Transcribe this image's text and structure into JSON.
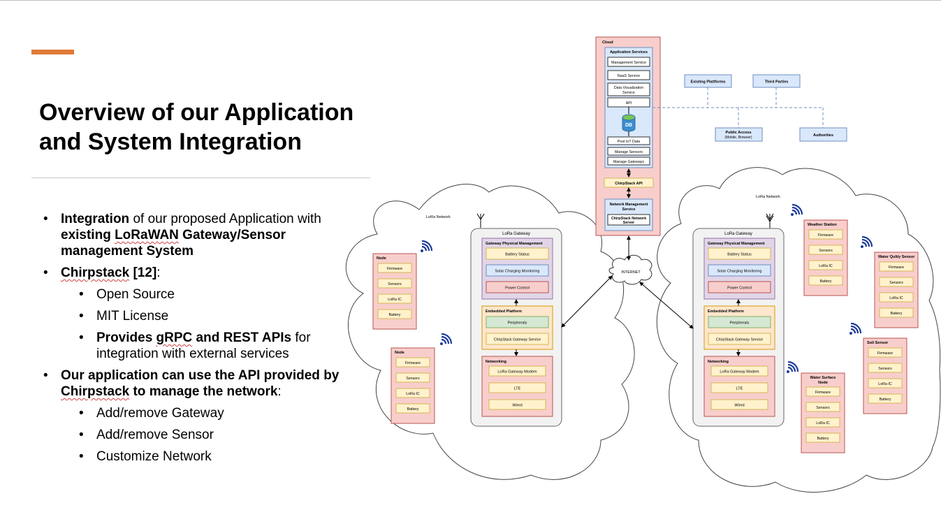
{
  "slide": {
    "title": "Overview of our Application and System Integration",
    "accent_color": "#e07b39",
    "bullets": {
      "b1_bold": "Integration",
      "b1_rest": " of our proposed Application with ",
      "b1_bold2a": "existing ",
      "b1_bold2b": "LoRaWAN",
      "b1_bold2c": " Gateway/Sensor management System",
      "b2_a": "Chirpstack",
      "b2_b": " [12]",
      "b2_c": ":",
      "sub1": [
        "Open Source",
        "MIT License"
      ],
      "sub3_a": "Provides ",
      "sub3_b": "gRPC",
      "sub3_c": " and REST APIs",
      "sub3_d": " for integration with external services",
      "b3_a": "Our application can use the API provided by ",
      "b3_b": "Chirpstack",
      "b3_c": " to manage the network",
      "b3_d": ":",
      "sub2": [
        "Add/remove Gateway",
        "Add/remove Sensor",
        "Customize Network"
      ]
    }
  },
  "diagram": {
    "cloud": {
      "label": "Cloud",
      "app_services": "Application Services",
      "services": [
        "Management Service",
        "NaaS Service",
        "Data Visualization Service",
        "API"
      ],
      "db": "DB",
      "api_items": [
        "Post IoT Data",
        "Manage Sensors",
        "Manage Gateways"
      ],
      "chirpstack_api": "ChirpStack API",
      "nms": "Network Management Service",
      "nms_server": "ChirpStack Network Server"
    },
    "external": {
      "existing": "Existing Plattforms",
      "third": "Third Parties",
      "public": "Public Access",
      "public_sub": "(Mobile, Browser)",
      "authorities": "Authorities"
    },
    "internet": "INTERNET",
    "network_label": "LoRa Network",
    "gateway": {
      "title": "LoRa Gateway",
      "physical": "Gateway Physical Management",
      "battery_status": "Battery Status",
      "solar": "Solar Charging Monitoring",
      "power": "Power Control",
      "embedded": "Embedded Platform",
      "peripherals": "Peripherals",
      "gw_service": "ChirpStack Gateway Service",
      "networking": "Networking",
      "modem": "LoRa Gateway Modem",
      "lte": "LTE",
      "wired": "Wired"
    },
    "node_items": [
      "Firmware",
      "Sensors",
      "LoRa IC",
      "Battery"
    ],
    "left_nodes": [
      "Node",
      "Node"
    ],
    "right_nodes": [
      "Weather Station",
      "Water Qulity Sensor",
      "Soil Sensor",
      "Water Surface Node"
    ],
    "colors": {
      "cloud_fill": "#f8cecc",
      "cloud_stroke": "#b85450",
      "blue_fill": "#dae8fc",
      "blue_stroke": "#6c8ebf",
      "yellow_fill": "#fff2cc",
      "yellow_stroke": "#d6b656",
      "purple_fill": "#e1d5e7",
      "purple_stroke": "#9673a6",
      "orange_fill": "#ffe6cc",
      "orange_stroke": "#d79b00",
      "green_fill": "#d5e8d4",
      "green_stroke": "#82b366",
      "wifi": "#1f3c9c"
    }
  }
}
